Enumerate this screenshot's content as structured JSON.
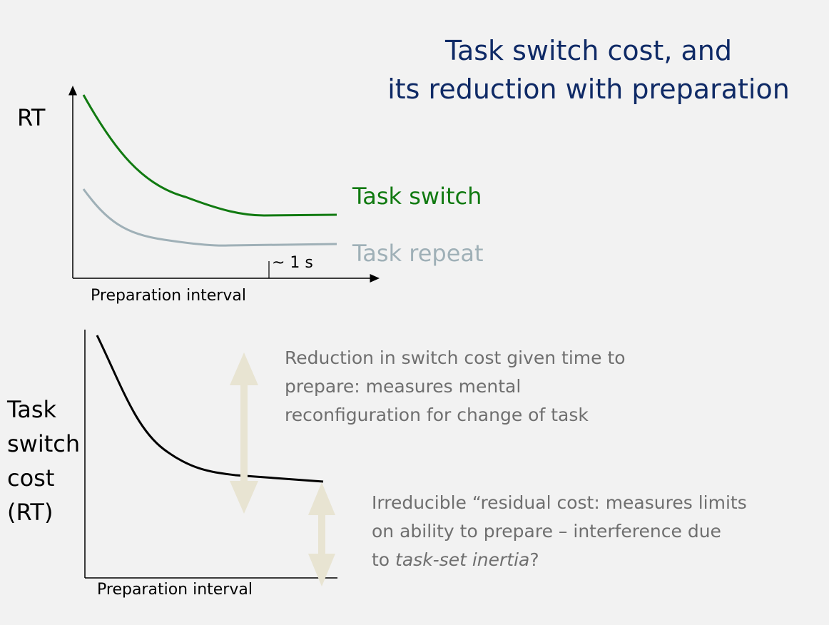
{
  "title": {
    "line1": "Task switch cost, and",
    "line2": "its reduction with preparation",
    "color": "#0f2a66"
  },
  "top_chart": {
    "y_label": "RT",
    "x_label": "Preparation interval",
    "series": [
      {
        "name": "Task switch",
        "color": "#117a11"
      },
      {
        "name": "Task repeat",
        "color": "#9fb0b7"
      }
    ],
    "marker_label": "~ 1 s"
  },
  "bottom_chart": {
    "y_label": [
      "Task",
      "switch",
      "cost",
      "(RT)"
    ],
    "x_label": "Preparation interval",
    "curve_color": "#000000",
    "arrow_color": "#e8e4d2"
  },
  "notes": {
    "reduction": [
      "Reduction in switch cost given time to",
      "prepare: measures mental",
      "reconfiguration for change of task"
    ],
    "residual": {
      "line1": "Irreducible “residual cost: measures limits",
      "line2": "on ability to prepare – interference due",
      "line3_prefix": "to ",
      "line3_italic": "task-set inertia",
      "line3_suffix": "?"
    },
    "text_color": "#6f6f6f"
  }
}
